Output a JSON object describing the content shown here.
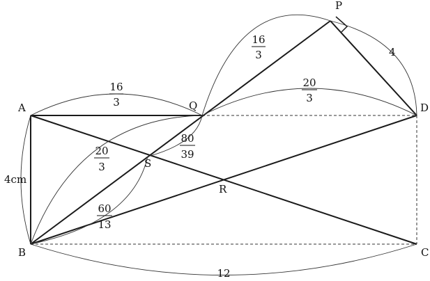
{
  "points": {
    "A": "A",
    "B": "B",
    "C": "C",
    "D": "D",
    "P": "P",
    "Q": "Q",
    "R": "R",
    "S": "S"
  },
  "measures": {
    "AQ": {
      "num": "16",
      "den": "3"
    },
    "QP": {
      "num": "16",
      "den": "3"
    },
    "PD": "4",
    "QD": {
      "num": "20",
      "den": "3"
    },
    "AB": "4cm",
    "BC": "12",
    "QS": {
      "num": "80",
      "den": "39"
    },
    "BQ": {
      "num": "20",
      "den": "3"
    },
    "BS": {
      "num": "60",
      "den": "13"
    }
  }
}
